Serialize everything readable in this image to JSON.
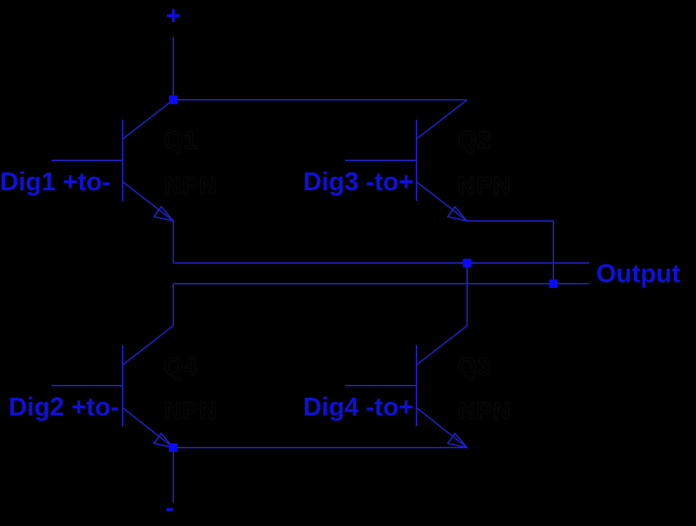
{
  "rails": {
    "positive": "+",
    "negative": "-"
  },
  "output_label": "Output",
  "colors": {
    "background": "#000000",
    "wire": "#1f1fbf",
    "junction": "#0a0aff",
    "label": "#1010d8"
  },
  "transistors": [
    {
      "ref": "Q1",
      "type": "NPN",
      "input_label": "Dig1 +to-"
    },
    {
      "ref": "Q2",
      "type": "NPN",
      "input_label": "Dig3 -to+"
    },
    {
      "ref": "Q4",
      "type": "NPN",
      "input_label": "Dig2 +to-"
    },
    {
      "ref": "Q3",
      "type": "NPN",
      "input_label": "Dig4 -to+"
    }
  ]
}
